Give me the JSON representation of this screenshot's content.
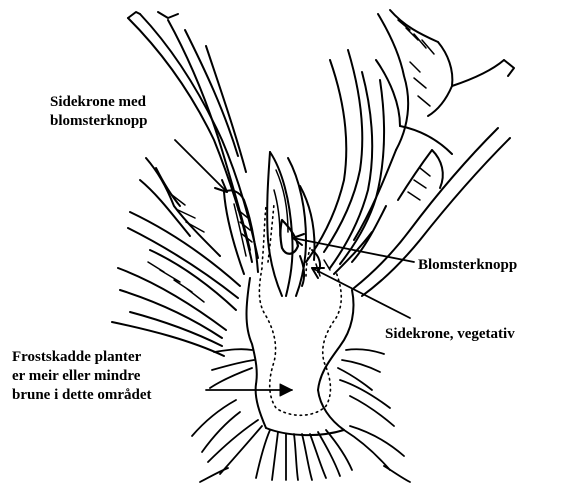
{
  "labels": {
    "sidekrone_blomsterknopp": [
      "Sidekrone med",
      "blomsterknopp"
    ],
    "blomsterknopp": "Blomsterknopp",
    "sidekrone_vegetativ": "Sidekrone, vegetativ",
    "frostskadde": [
      "Frostskadde planter",
      "er meir eller mindre",
      "brune i dette området"
    ]
  },
  "colors": {
    "ink": "#000000",
    "paper": "#ffffff"
  }
}
